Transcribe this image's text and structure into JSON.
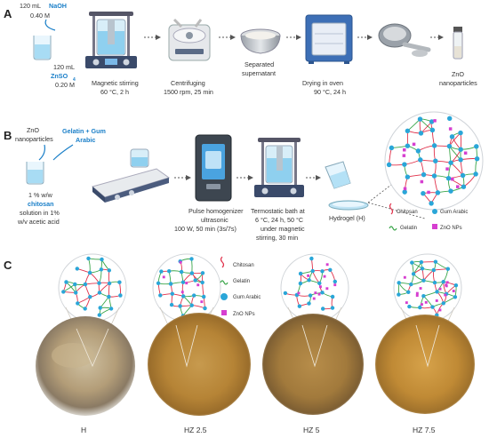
{
  "panels": {
    "a": {
      "label": "A",
      "naoh_vol": "120 mL",
      "naoh_name": "NaOH",
      "naoh_conc": "0.40 M",
      "znso4_vol": "120 mL",
      "znso4_name": "ZnSO",
      "znso4_sub": "4",
      "znso4_conc": "0.20 M",
      "step1_l1": "Magnetic stirring",
      "step1_l2": "60 °C, 2 h",
      "step2_l1": "Centrifuging",
      "step2_l2": "1500 rpm, 25 min",
      "step3_l1": "Separated",
      "step3_l2": "supernatant",
      "step4_l1": "Drying in oven",
      "step4_l2": "90 °C, 24 h",
      "step5_l1": "ZnO",
      "step5_l2": "nanoparticles"
    },
    "b": {
      "label": "B",
      "zno_l1": "ZnO",
      "zno_l2": "nanoparticles",
      "gel_l1": "Gelatin + Gum",
      "gel_l2": "Arabic",
      "chit_l1": "1 % w/w",
      "chit_l2": "chitosan",
      "chit_l3": "solution in 1%",
      "chit_l4": "w/v acetic acid",
      "homog_l1": "Pulse homogenizer",
      "homog_l2": "ultrasonic",
      "homog_l3": "100 W, 50 min (3s/7s)",
      "bath_l1": "Termostatic bath at",
      "bath_l2": "6 °C, 24 h, 50 °C",
      "bath_l3": "under magnetic",
      "bath_l4": "stirring, 30 min",
      "hydrogel": "Hydrogel (H)",
      "legend": [
        "Chitosan",
        "Gum Arabic",
        "Gelatin",
        "ZnO NPs"
      ]
    },
    "c": {
      "label": "C",
      "legend": [
        "Chitosan",
        "Gelatin",
        "Gum Arabic",
        "ZnO NPs"
      ],
      "samples": [
        "H",
        "HZ 2.5",
        "HZ 5",
        "HZ 7.5"
      ]
    }
  },
  "colors": {
    "chitosan": "#e0304a",
    "gelatin": "#3aa64a",
    "gum_arabic": "#2aa6d8",
    "zno": "#d63fd0",
    "accent_blue": "#1a7fc8"
  }
}
